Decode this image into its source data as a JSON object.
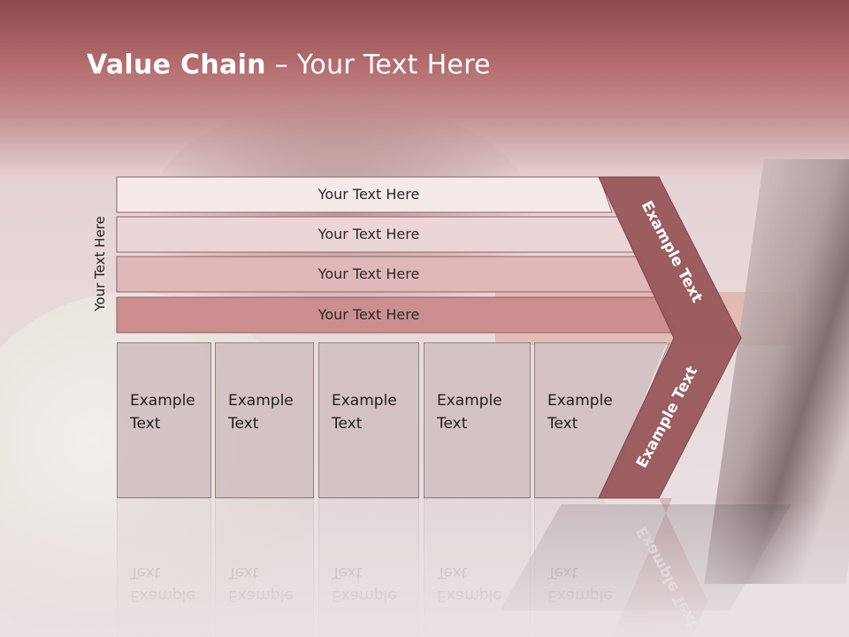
{
  "slide": {
    "title_bold": "Value Chain",
    "title_rest": " – Your Text Here",
    "side_label": "Your Text Here",
    "bars": [
      {
        "label": "Your Text Here",
        "color": "#f5e9ea"
      },
      {
        "label": "Your Text Here",
        "color": "#ecd5d6"
      },
      {
        "label": "Your Text Here",
        "color": "#e0b8b9"
      },
      {
        "label": "Your Text Here",
        "color": "#cc8e8f"
      }
    ],
    "columns": [
      {
        "line1": "Example",
        "line2": "Text"
      },
      {
        "line1": "Example",
        "line2": "Text"
      },
      {
        "line1": "Example",
        "line2": "Text"
      },
      {
        "line1": "Example",
        "line2": "Text"
      },
      {
        "line1": "Example",
        "line2": "Text"
      }
    ],
    "arrow_top_label": "Example Text",
    "arrow_bottom_label": "Example Text",
    "arrow_color": "#9a5a5d"
  }
}
